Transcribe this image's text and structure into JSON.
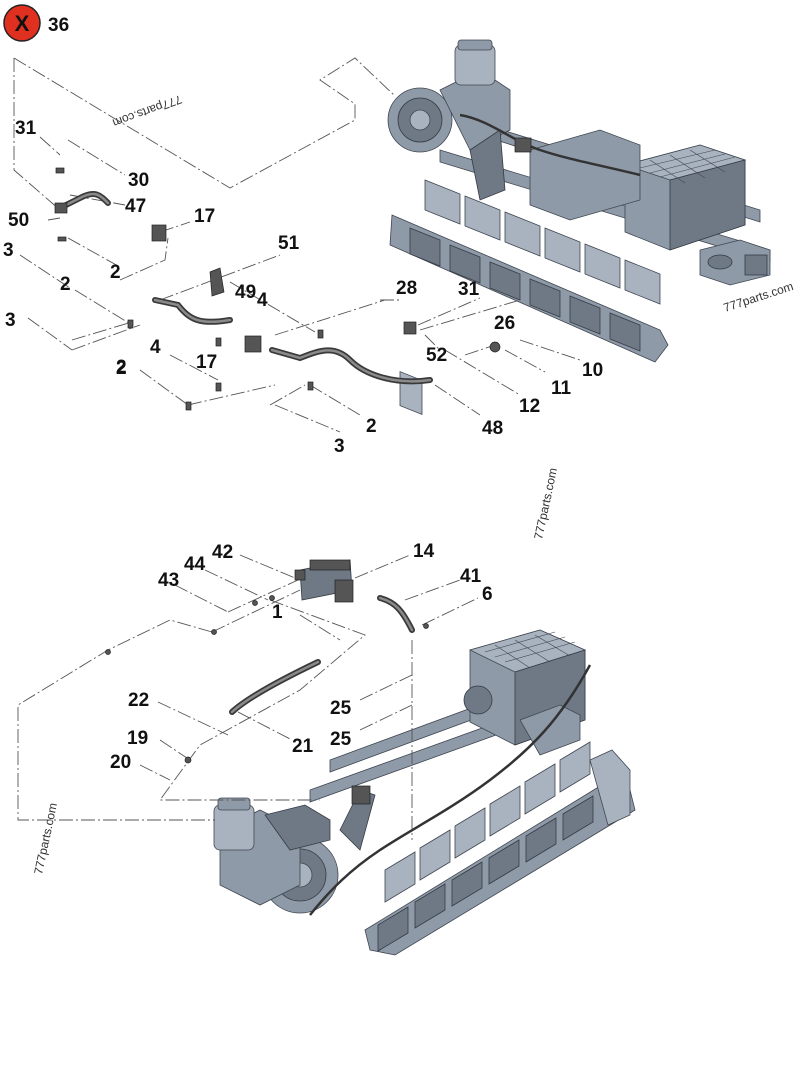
{
  "close_badge": {
    "glyph": "X",
    "color": "#e03020",
    "label": "36"
  },
  "watermarks": [
    "777parts.com",
    "777parts.com",
    "777parts.com",
    "777parts.com"
  ],
  "callouts_top": [
    "31",
    "30",
    "47",
    "50",
    "17",
    "3",
    "2",
    "2",
    "51",
    "49",
    "4",
    "3",
    "2",
    "17",
    "4",
    "2",
    "28",
    "31",
    "26",
    "52",
    "10",
    "11",
    "12",
    "2",
    "48",
    "3"
  ],
  "callouts_bottom": [
    "42",
    "44",
    "43",
    "14",
    "41",
    "6",
    "1",
    "22",
    "19",
    "20",
    "21",
    "25",
    "25"
  ]
}
